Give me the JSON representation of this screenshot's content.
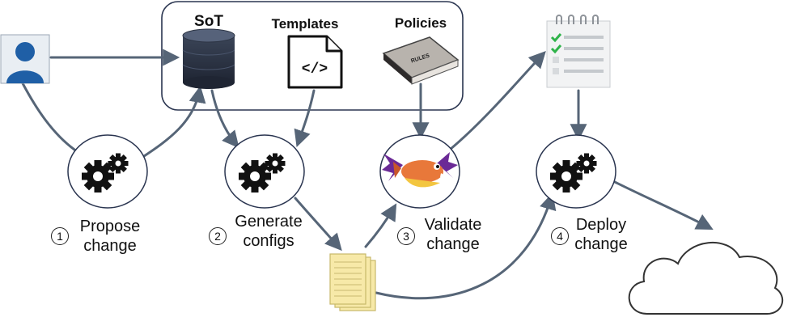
{
  "source_of_truth": {
    "label": "SoT"
  },
  "templates": {
    "label": "Templates",
    "icon_text": "</>"
  },
  "policies": {
    "label": "Policies",
    "book_text": "RULES"
  },
  "steps": [
    {
      "number": "1",
      "line1": "Propose",
      "line2": "change"
    },
    {
      "number": "2",
      "line1": "Generate",
      "line2": "configs"
    },
    {
      "number": "3",
      "line1": "Validate",
      "line2": "change"
    },
    {
      "number": "4",
      "line1": "Deploy",
      "line2": "change"
    }
  ],
  "icons": [
    "user-icon",
    "database-icon",
    "code-file-icon",
    "rules-book-icon",
    "checklist-icon",
    "gears-icon",
    "batfish-icon",
    "config-files-icon",
    "cloud-icon"
  ],
  "colors": {
    "arrow": "#566577",
    "user_blue": "#1f5fa6",
    "db_dark": "#2c3444",
    "paper": "#f7e9a8",
    "check_green": "#2fb34a",
    "fish_orange": "#e8783a",
    "wing_purple": "#6b2a96"
  }
}
